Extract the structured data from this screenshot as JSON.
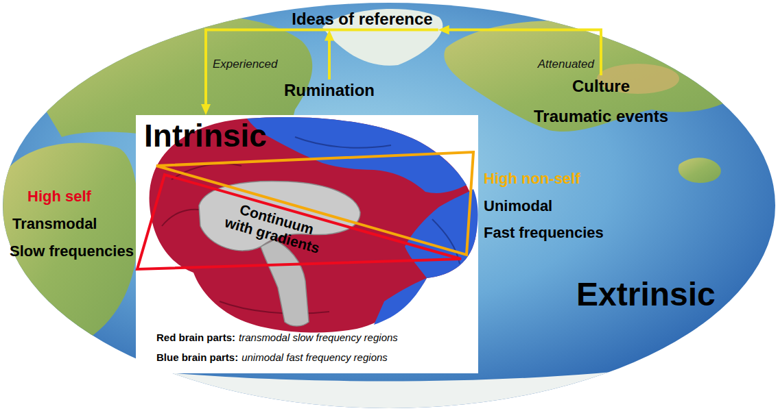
{
  "diagram": {
    "nodes": [
      {
        "text": [
          "Ideas of reference"
        ]
      },
      {
        "text": [
          "Rumination"
        ]
      },
      {
        "text": [
          "Intrinsic"
        ]
      },
      {
        "text": [
          "Culture",
          "Traumatic events"
        ]
      }
    ],
    "edges": [
      {
        "from": 1,
        "to": 0,
        "arrow": "to"
      },
      {
        "from": 0,
        "to": 2,
        "arrow": "to",
        "label": "Experienced"
      },
      {
        "from": 3,
        "to": 0,
        "arrow": "to",
        "label": "Attenuated"
      }
    ],
    "labels": [
      "High self",
      "Transmodal",
      "Slow frequencies",
      "Continuum with gradients",
      "High non-self",
      "Unimodal",
      "Fast frequencies",
      "Extrinsic",
      "Red brain parts:",
      "transmodal slow frequency regions",
      "Blue brain parts:",
      "unimodal fast frequency regions"
    ]
  }
}
